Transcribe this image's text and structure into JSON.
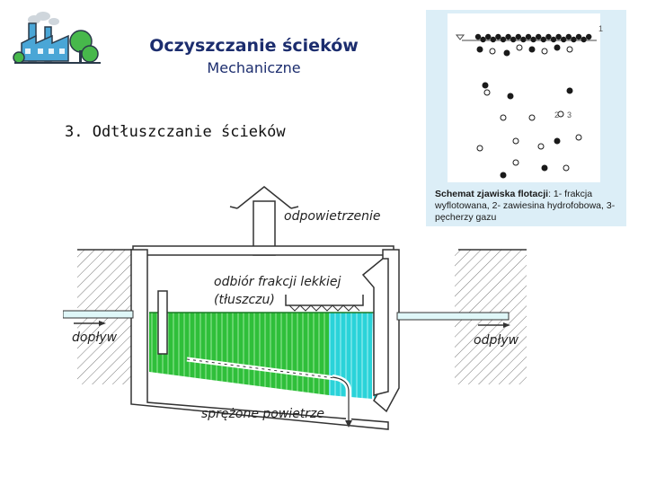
{
  "header": {
    "title": "Oczyszczanie ścieków",
    "subtitle": "Mechaniczne",
    "section": "3. Odtłuszczanie ścieków"
  },
  "flotation_inset": {
    "caption_bold": "Schemat zjawiska flotacji",
    "caption_text": ": 1- frakcja wyflotowana, 2- zawiesina hydrofobowa, 3- pęcherzy gazu",
    "marker_1": "1",
    "marker_2": "2",
    "marker_3": "3",
    "bg_color": "#dceef7"
  },
  "tank_diagram": {
    "label_vent": "odpowietrzenie",
    "label_collect_1": "odbiór frakcji lekkiej",
    "label_collect_2": "(tłuszczu)",
    "label_inflow": "dopływ",
    "label_outflow": "odpływ",
    "label_air": "sprężone powietrze",
    "water_green": "#2fbf3a",
    "water_cyan": "#2ad3d9"
  },
  "icons": {
    "factory": "factory-icon"
  }
}
